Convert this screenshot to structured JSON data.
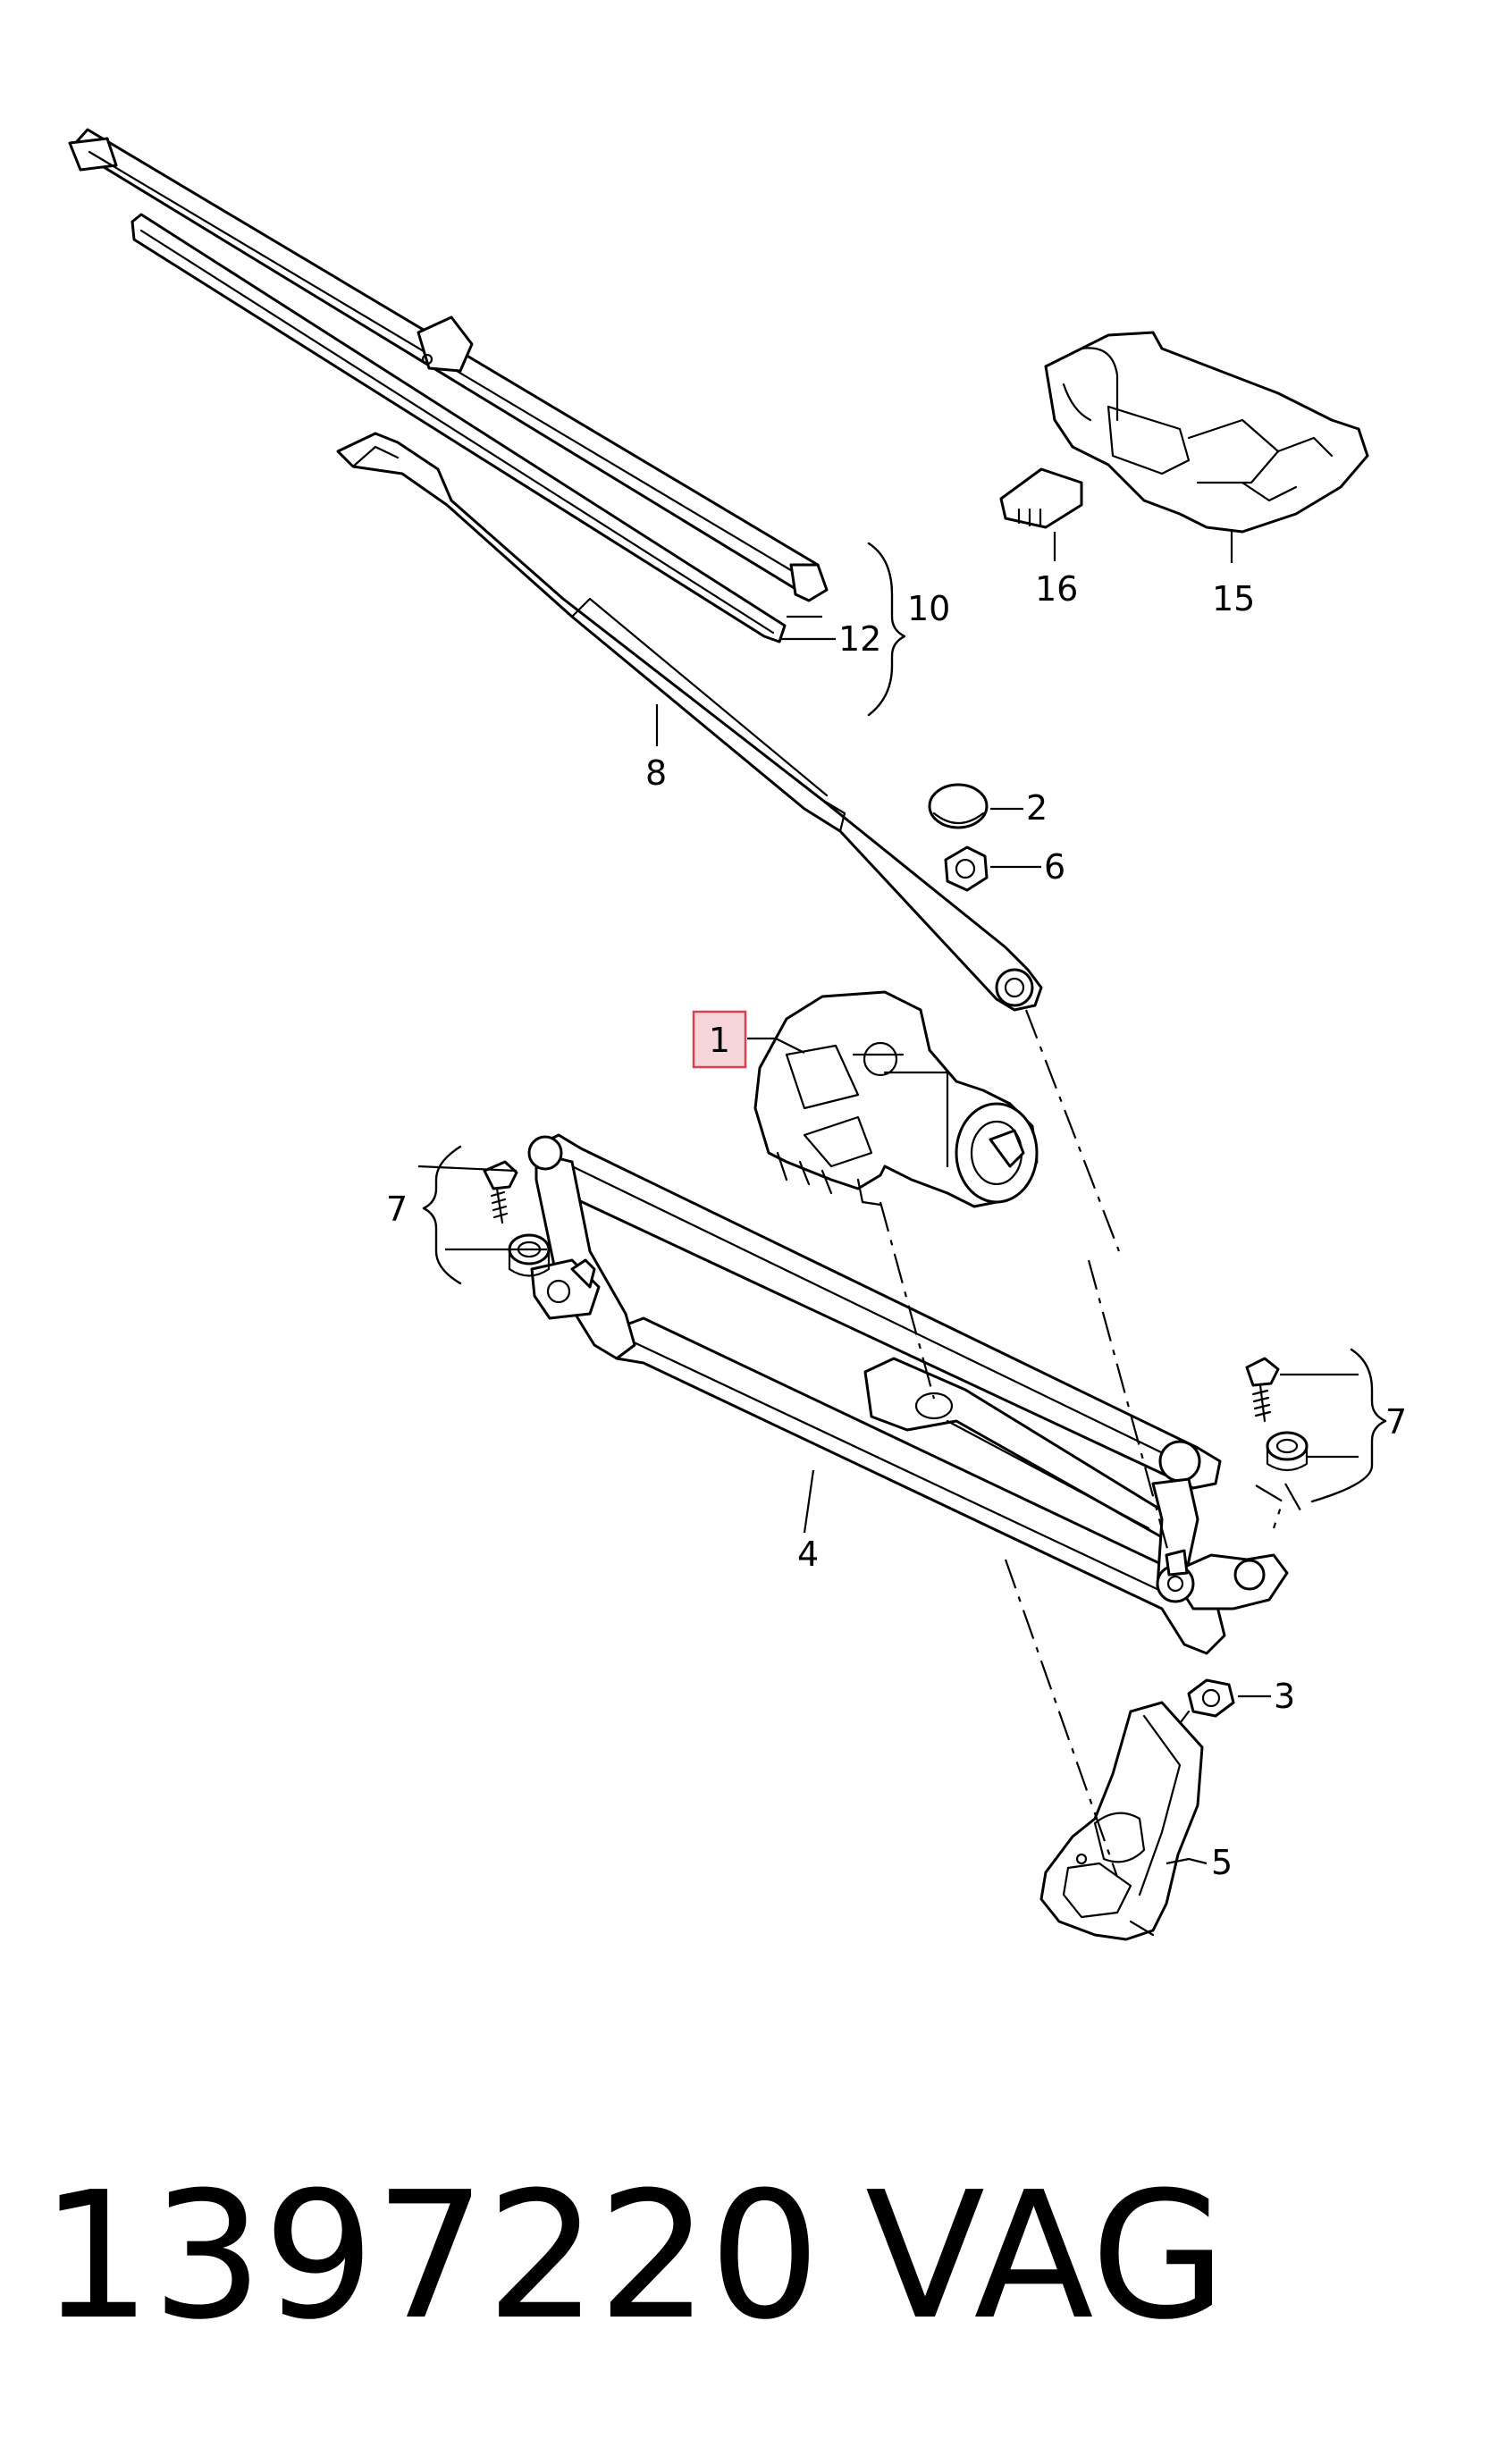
{
  "diagram": {
    "highlighted_callout": "1",
    "highlight_color": "#d8434f",
    "callouts": {
      "c1": "1",
      "c2": "2",
      "c3": "3",
      "c4": "4",
      "c5": "5",
      "c6": "6",
      "c7_left": "7",
      "c7_right": "7",
      "c8": "8",
      "c10": "10",
      "c12": "12",
      "c15": "15",
      "c16": "16"
    }
  },
  "footer": {
    "part_number": "1397220",
    "brand": "VAG"
  }
}
